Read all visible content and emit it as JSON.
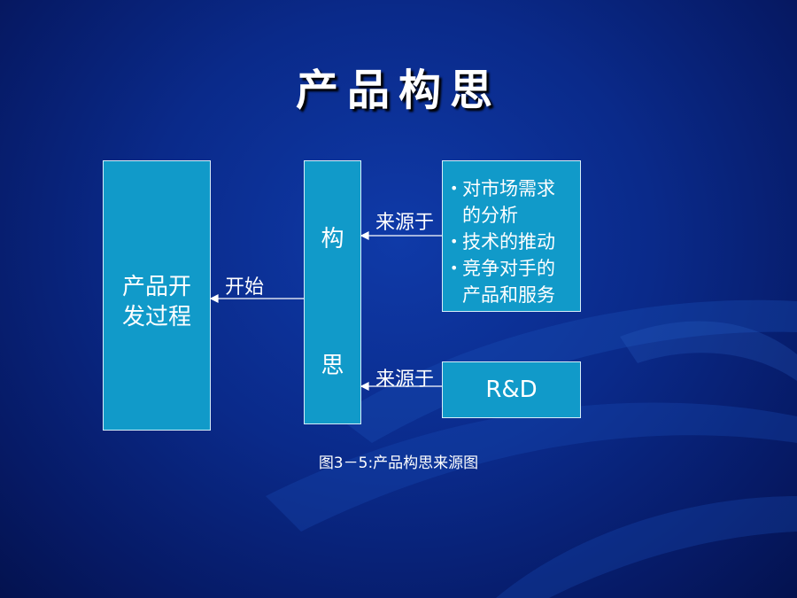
{
  "title": "产品构思",
  "box_left": {
    "line1": "产品开",
    "line2": "发过程"
  },
  "box_mid": {
    "char1": "构",
    "char2": "思"
  },
  "box_top": {
    "items": [
      {
        "text": "对市场需求的分析"
      },
      {
        "text": "技术的推动"
      },
      {
        "text": "竞争对手的产品和服务"
      }
    ]
  },
  "box_rd": {
    "label": "R&D"
  },
  "labels": {
    "start": "开始",
    "source1": "来源于",
    "source2": "来源于"
  },
  "caption": "图3－5:产品构思来源图",
  "colors": {
    "box_fill": "#119ac9",
    "background": "#0a2a8a",
    "text": "#ffffff"
  }
}
